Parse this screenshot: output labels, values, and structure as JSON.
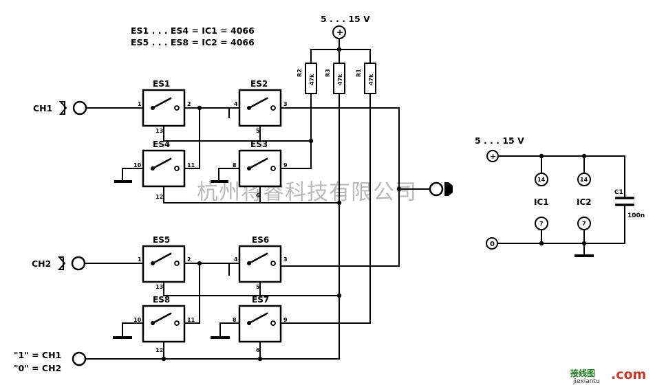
{
  "header": {
    "equiv_line1": "ES1 . . . ES4 = IC1 = 4066",
    "equiv_line2": "ES5 . . . ES8 = IC2 = 4066"
  },
  "supply": {
    "label": "5 . . . 15 V",
    "plus_glyph": "+"
  },
  "resistors": [
    {
      "ref": "R2",
      "value": "47k"
    },
    {
      "ref": "R3",
      "value": "47k"
    },
    {
      "ref": "R1",
      "value": "47k"
    }
  ],
  "switches": [
    "ES1",
    "ES2",
    "ES4",
    "ES3",
    "ES5",
    "ES6",
    "ES8",
    "ES7"
  ],
  "pins": {
    "es1_in": "1",
    "es1_out": "2",
    "es1_ctl": "13",
    "es2_in": "4",
    "es2_out": "3",
    "es2_ctl": "5",
    "es4_in": "10",
    "es4_out": "11",
    "es4_ctl": "12",
    "es3_in": "8",
    "es3_out": "9",
    "es3_ctl": "6",
    "es5_in": "1",
    "es5_out": "2",
    "es5_ctl": "13",
    "es6_in": "4",
    "es6_out": "3",
    "es6_ctl": "5",
    "es8_in": "10",
    "es8_out": "11",
    "es8_ctl": "12",
    "es7_in": "8",
    "es7_out": "9",
    "es7_ctl": "6"
  },
  "inputs": {
    "ch1": "CH1",
    "ch2": "CH2",
    "select_line1": "\"1\" = CH1",
    "select_line2": "\"0\" = CH2"
  },
  "power_section": {
    "supply_label": "5 . . . 15 V",
    "plus_glyph": "+",
    "zero_glyph": "0",
    "ic1": "IC1",
    "ic2": "IC2",
    "vdd_pin": "14",
    "vss_pin": "7",
    "cap_ref": "C1",
    "cap_value": "100n"
  },
  "watermark": "杭州将睿科技有限公司",
  "logo": {
    "text": "接线图",
    "domain": "jiexiantu",
    "com": ".com"
  }
}
